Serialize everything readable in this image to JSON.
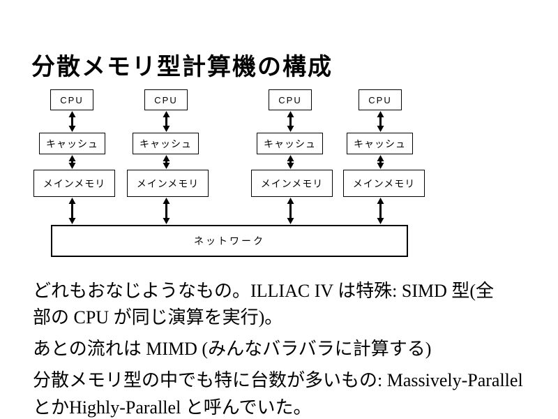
{
  "title": "分散メモリ型計算機の構成",
  "diagram": {
    "columns": [
      {
        "cpu": "CPU",
        "cache": "キャッシュ",
        "memory": "メインメモリ"
      },
      {
        "cpu": "CPU",
        "cache": "キャッシュ",
        "memory": "メインメモリ"
      },
      {
        "cpu": "CPU",
        "cache": "キャッシュ",
        "memory": "メインメモリ"
      },
      {
        "cpu": "CPU",
        "cache": "キャッシュ",
        "memory": "メインメモリ"
      }
    ],
    "network": "ネットワーク",
    "arrow_meaning": "bidirectional-connection"
  },
  "notes": {
    "lines": [
      "どれもおなじようなもの。ILLIAC IV は特殊: SIMD 型(全",
      "部の CPU が同じ演算を実行)。",
      "あとの流れは MIMD (みんなバラバラに計算する)",
      "分散メモリ型の中でも特に台数が多いもの: Massively-Parallel",
      "とかHighly-Parallel と呼んでいた。"
    ]
  },
  "colors": {
    "foreground": "#000000",
    "background": "#ffffff"
  }
}
